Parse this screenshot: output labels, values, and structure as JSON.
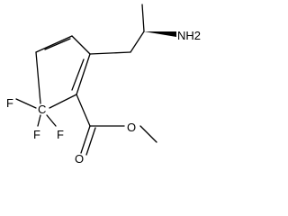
{
  "molecule": {
    "atom_labels": {
      "nh2": "NH2",
      "c_quaternary": "C",
      "f_left": "F",
      "f_bottom": "F",
      "f_right": "F",
      "o_carbonyl": "O",
      "o_ester": "O"
    }
  },
  "colors": {
    "bond": "#000000",
    "text": "#000000",
    "background": "#ffffff"
  }
}
